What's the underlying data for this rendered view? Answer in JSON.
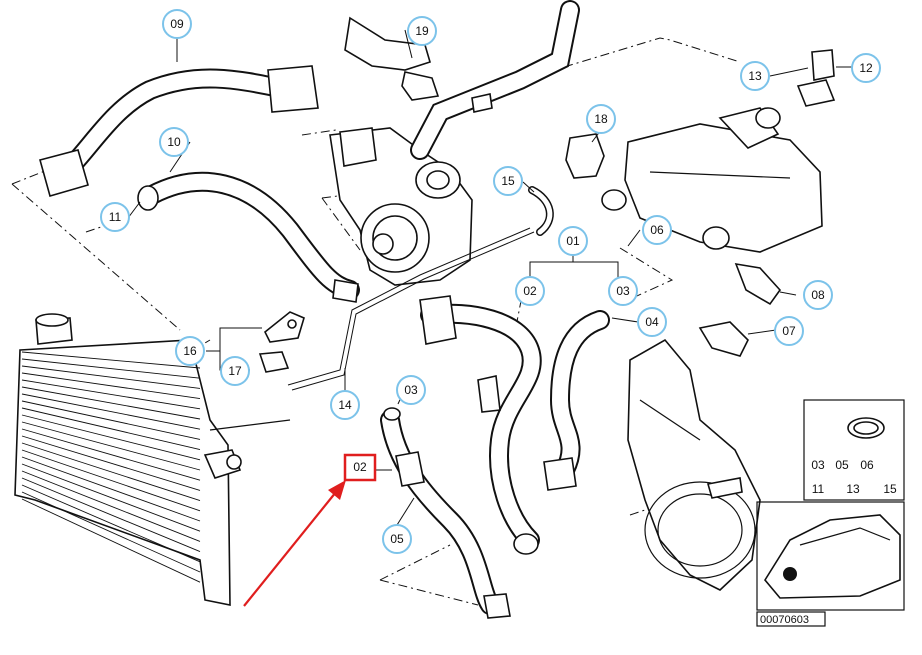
{
  "callouts": [
    "09",
    "19",
    "12",
    "13",
    "18",
    "10",
    "11",
    "15",
    "01",
    "06",
    "02",
    "03",
    "08",
    "04",
    "16",
    "07",
    "17",
    "14",
    "03",
    "02",
    "05"
  ],
  "highlighted_callout": "02",
  "inset_key": [
    "03",
    "05",
    "06",
    "11",
    "13",
    "15"
  ],
  "diagram_id": "00070603",
  "colors": {
    "callout_ring": "#7cc3ea",
    "highlight": "#e01e1e",
    "ink": "#111111"
  }
}
